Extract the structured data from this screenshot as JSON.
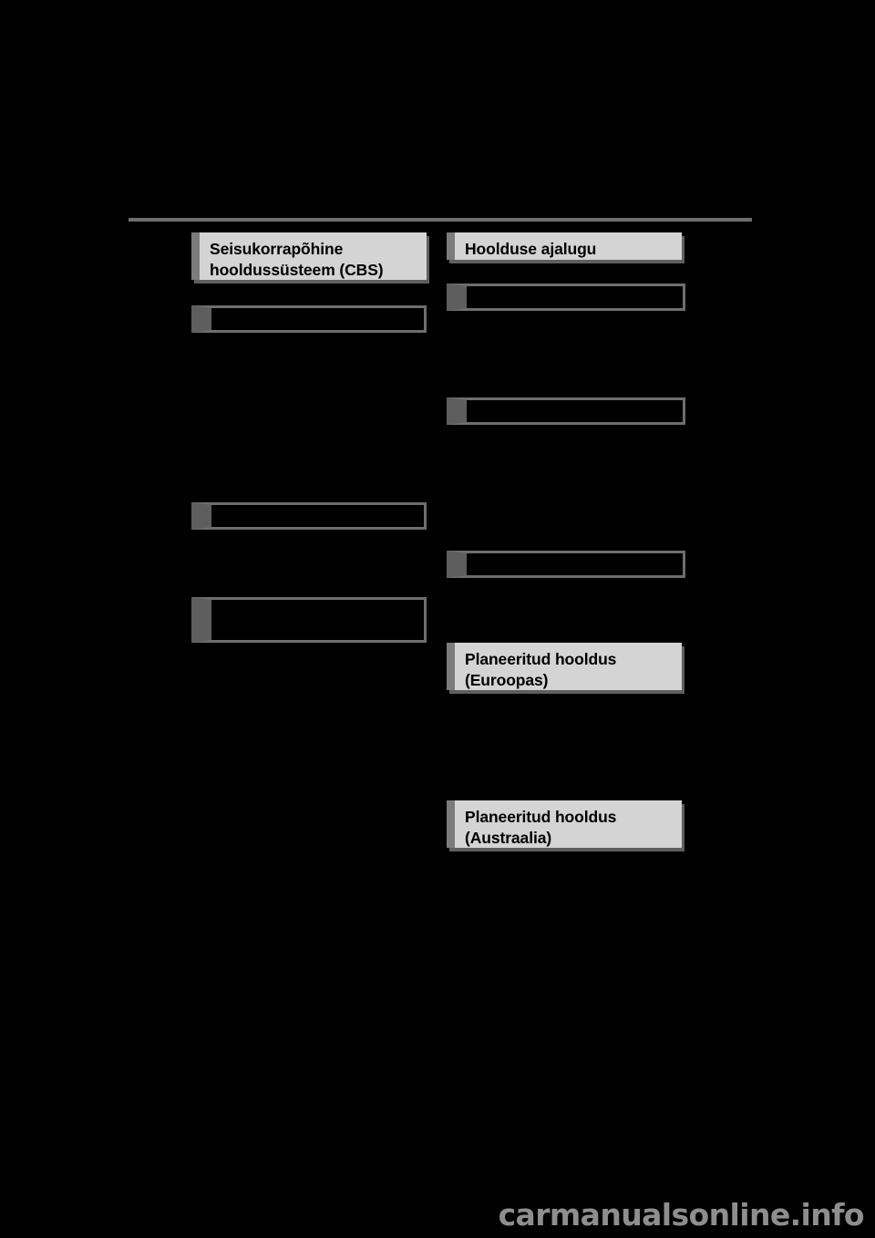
{
  "document": {
    "language": "Estonian",
    "background_color": "#000000",
    "rule_color": "#6e6e6e",
    "header_fill_color": "#d4d4d4",
    "header_tab_color": "#7c7c7c",
    "box_border_color": "#6e6e6e",
    "box_tab_color": "#5e5e5e"
  },
  "left_column": {
    "section_header": {
      "title": "Seisukorrapõhine\nhooldussüsteem (CBS)"
    },
    "subsections": [
      {
        "label": ""
      },
      {
        "label": ""
      },
      {
        "label": ""
      }
    ],
    "body_paragraphs": [
      "",
      "",
      ""
    ]
  },
  "right_column": {
    "section_headers": [
      {
        "title": "Hoolduse ajalugu"
      },
      {
        "title": "Planeeritud hooldus\n(Euroopas)"
      },
      {
        "title": "Planeeritud hooldus\n(Austraalia)"
      }
    ],
    "subsections": [
      {
        "label": ""
      },
      {
        "label": ""
      },
      {
        "label": ""
      }
    ],
    "body_paragraphs": [
      "",
      "",
      ""
    ]
  },
  "footer": {
    "watermark": "carmanualsonline.info"
  }
}
